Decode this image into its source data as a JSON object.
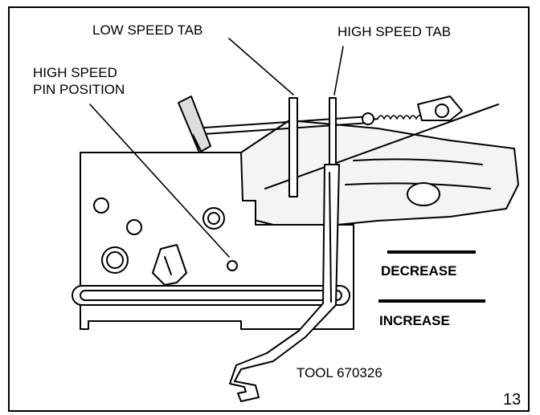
{
  "labels": {
    "low_speed_tab": "LOW SPEED TAB",
    "high_speed_tab": "HIGH SPEED TAB",
    "high_speed_pin_line1": "HIGH SPEED",
    "high_speed_pin_line2": "PIN POSITION",
    "decrease": "DECREASE",
    "increase": "INCREASE",
    "tool": "TOOL 670326",
    "figure_number": "13"
  }
}
